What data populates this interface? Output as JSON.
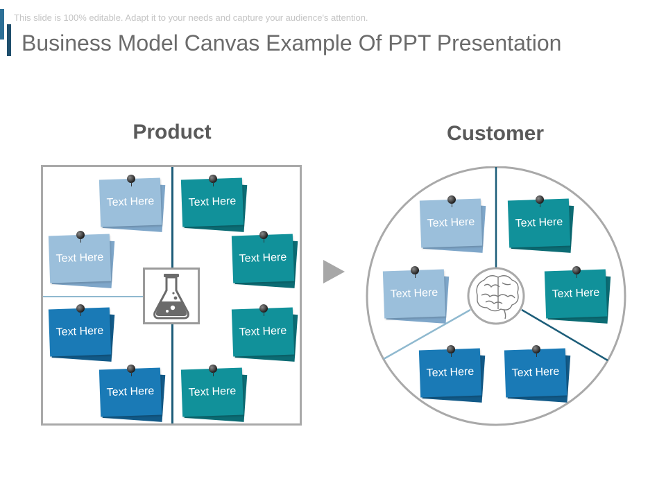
{
  "slide": {
    "subtitle": "This slide is 100% editable. Adapt it to your needs and capture your audience's attention.",
    "title": "Business Model Canvas Example Of PPT Presentation"
  },
  "product": {
    "heading": "Product",
    "center_icon": "flask-icon",
    "notes": [
      {
        "label": "Text Here",
        "color": "#9bbfdb"
      },
      {
        "label": "Text Here",
        "color": "#11919a"
      },
      {
        "label": "Text Here",
        "color": "#9bbfdb"
      },
      {
        "label": "Text Here",
        "color": "#11919a"
      },
      {
        "label": "Text Here",
        "color": "#1a7ab6"
      },
      {
        "label": "Text Here",
        "color": "#11919a"
      },
      {
        "label": "Text Here",
        "color": "#1a7ab6"
      },
      {
        "label": "Text Here",
        "color": "#11919a"
      }
    ]
  },
  "arrow_icon": "triangle-right-icon",
  "customer": {
    "heading": "Customer",
    "center_icon": "brain-icon",
    "notes": [
      {
        "label": "Text Here",
        "color": "#9bbfdb"
      },
      {
        "label": "Text Here",
        "color": "#11919a"
      },
      {
        "label": "Text Here",
        "color": "#9bbfdb"
      },
      {
        "label": "Text Here",
        "color": "#11919a"
      },
      {
        "label": "Text Here",
        "color": "#1a7ab6"
      },
      {
        "label": "Text Here",
        "color": "#1a7ab6"
      }
    ]
  },
  "colors": {
    "light_blue": "#9bbfdb",
    "teal": "#11919a",
    "blue": "#1a7ab6",
    "gray": "#a9a9a9"
  }
}
